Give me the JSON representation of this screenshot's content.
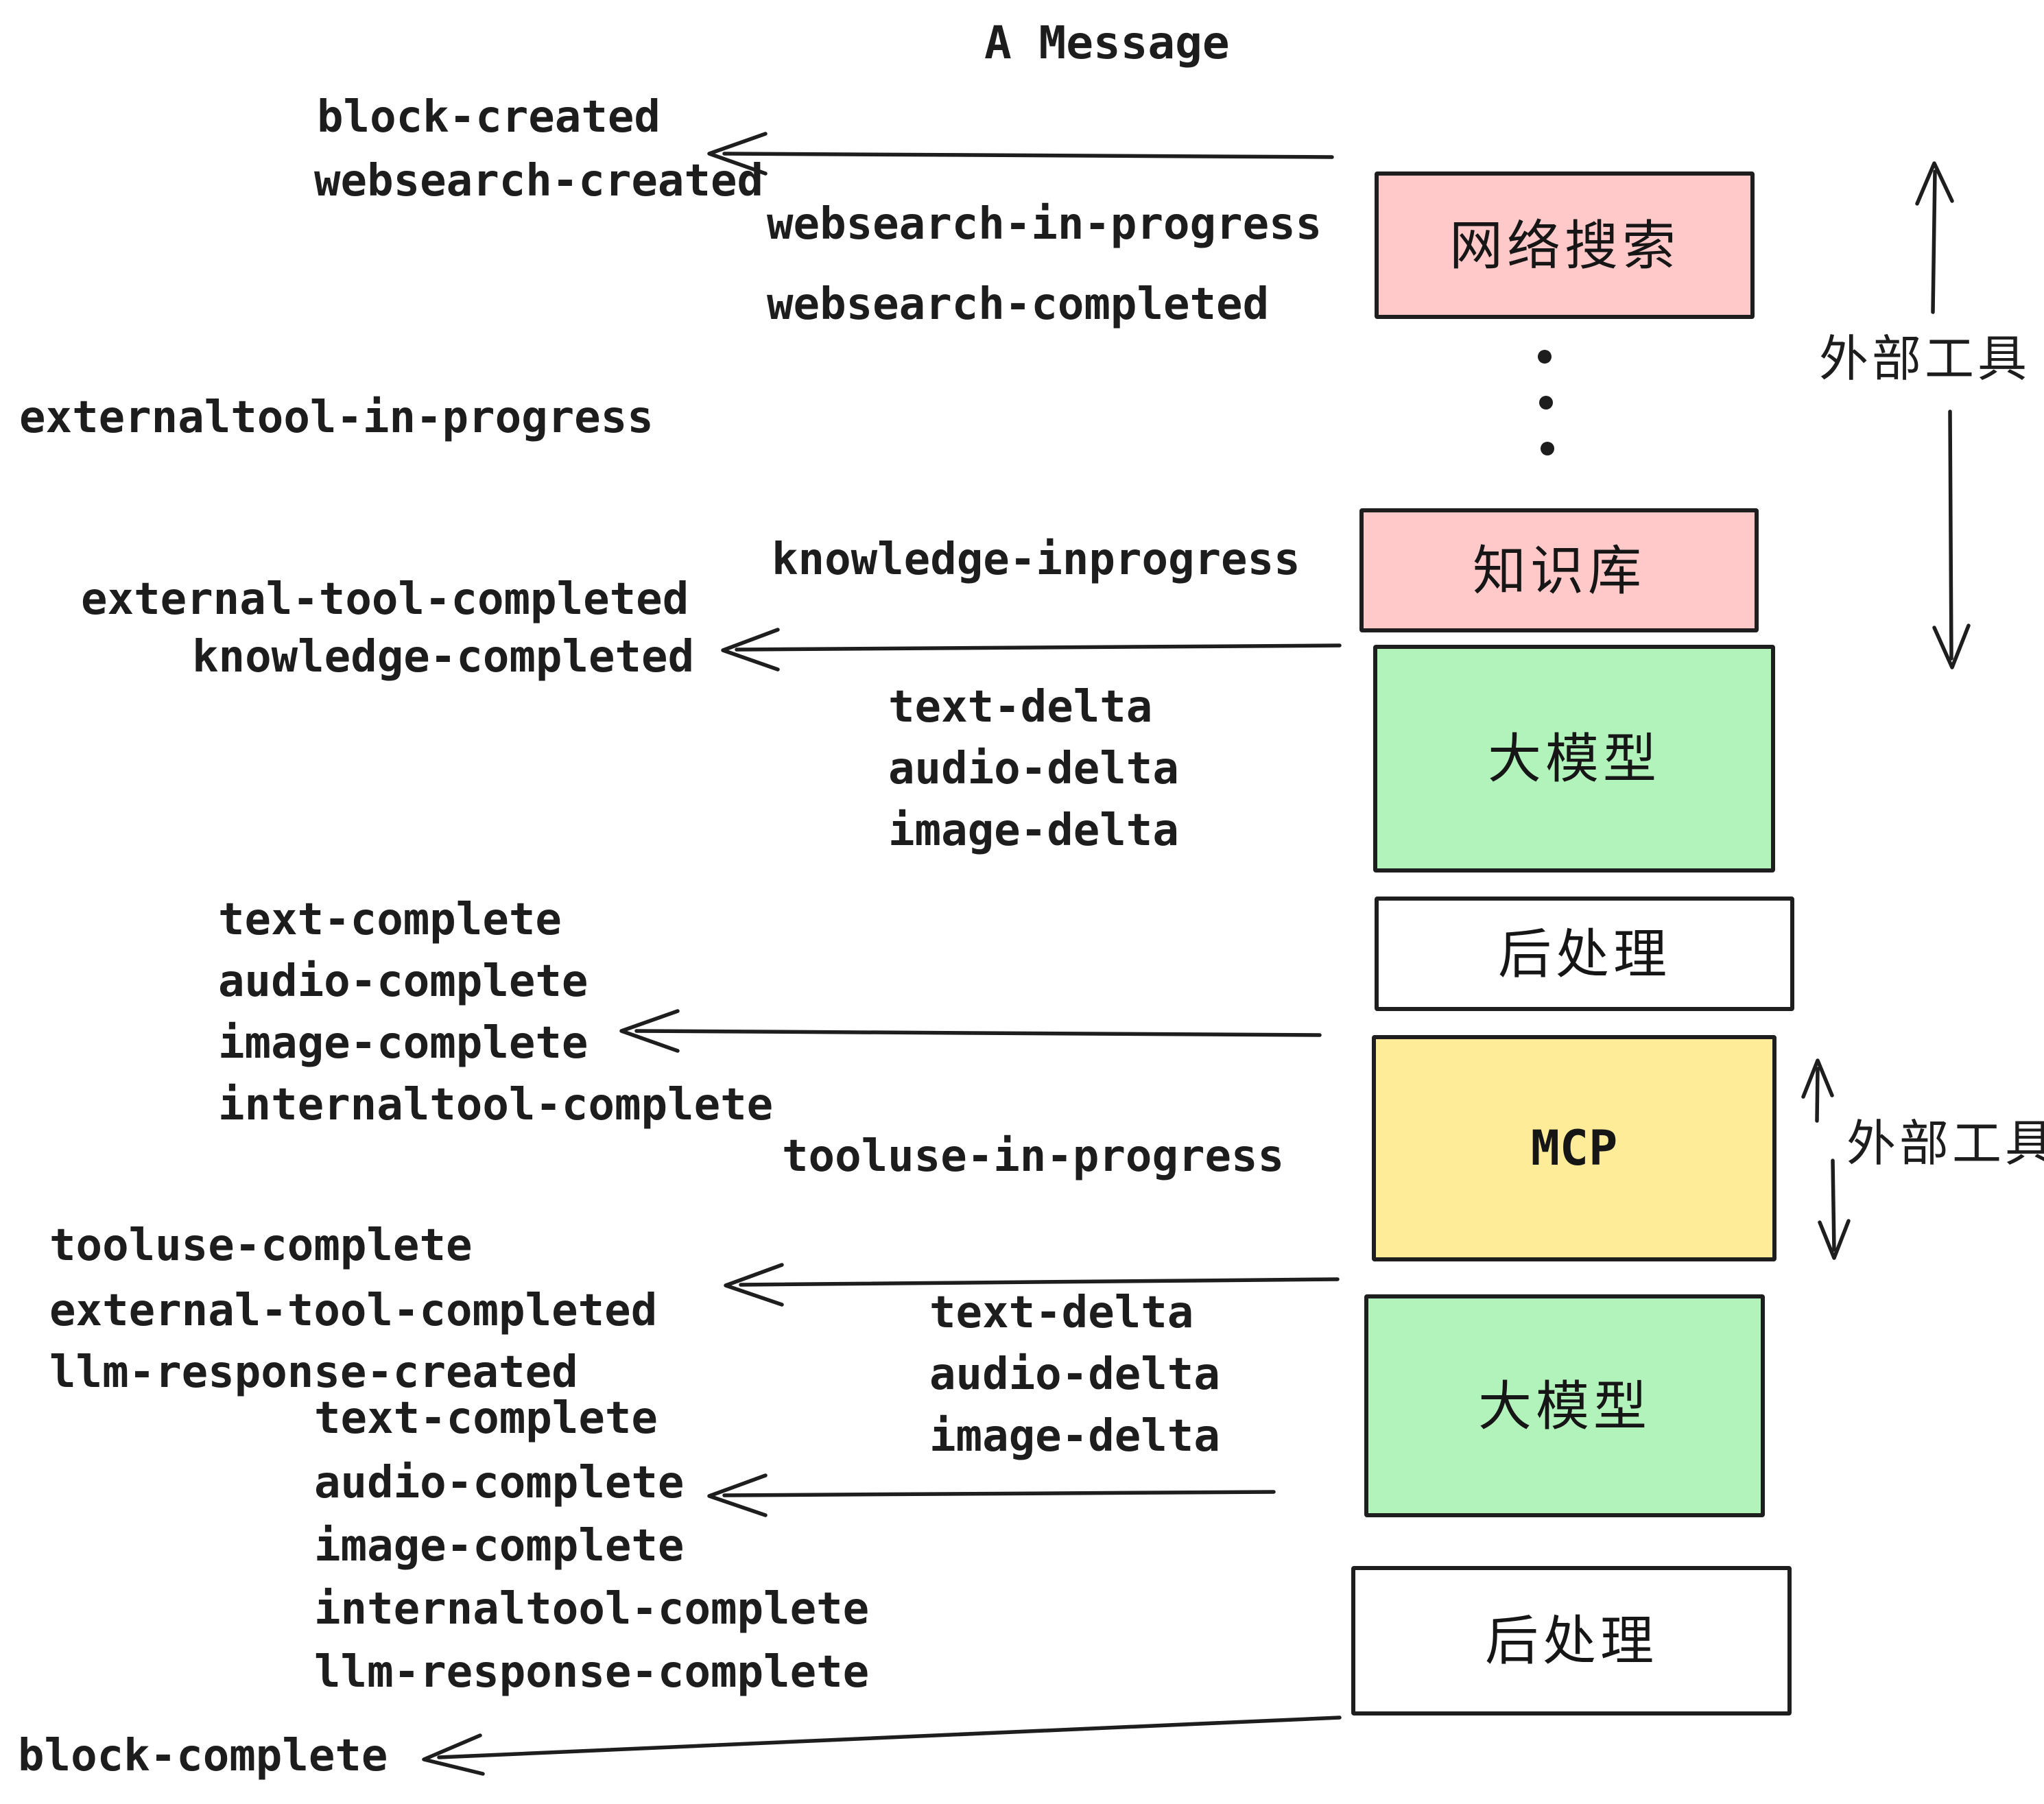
{
  "title": "A Message",
  "colors": {
    "pink": "#ffc9c9",
    "green": "#b2f2bb",
    "yellow": "#ffec99",
    "white": "#ffffff",
    "ink": "#1e1e1e",
    "text": "#1d1d1d"
  },
  "boxes": [
    {
      "id": "websearch",
      "label": "网络搜索",
      "fill": "pink"
    },
    {
      "id": "knowledge",
      "label": "知识库",
      "fill": "pink"
    },
    {
      "id": "llm-1",
      "label": "大模型",
      "fill": "green"
    },
    {
      "id": "postprocess-1",
      "label": "后处理",
      "fill": "white"
    },
    {
      "id": "mcp",
      "label": "MCP",
      "fill": "yellow"
    },
    {
      "id": "llm-2",
      "label": "大模型",
      "fill": "green"
    },
    {
      "id": "postprocess-2",
      "label": "后处理",
      "fill": "white"
    }
  ],
  "side_labels": [
    {
      "text": "外部工具"
    },
    {
      "text": "外部工具"
    }
  ],
  "events": [
    {
      "text": "block-created"
    },
    {
      "text": "websearch-created"
    },
    {
      "text": "websearch-in-progress"
    },
    {
      "text": "websearch-completed"
    },
    {
      "text": "externaltool-in-progress"
    },
    {
      "text": "knowledge-inprogress"
    },
    {
      "text": "external-tool-completed"
    },
    {
      "text": "knowledge-completed"
    },
    {
      "text": "text-delta"
    },
    {
      "text": "audio-delta"
    },
    {
      "text": "image-delta"
    },
    {
      "text": "text-complete"
    },
    {
      "text": "audio-complete"
    },
    {
      "text": "image-complete"
    },
    {
      "text": "internaltool-complete"
    },
    {
      "text": "tooluse-in-progress"
    },
    {
      "text": "tooluse-complete"
    },
    {
      "text": "external-tool-completed"
    },
    {
      "text": "llm-response-created"
    },
    {
      "text": "text-complete"
    },
    {
      "text": "audio-complete"
    },
    {
      "text": "image-complete"
    },
    {
      "text": "internaltool-complete"
    },
    {
      "text": "llm-response-complete"
    },
    {
      "text": "block-complete"
    }
  ]
}
